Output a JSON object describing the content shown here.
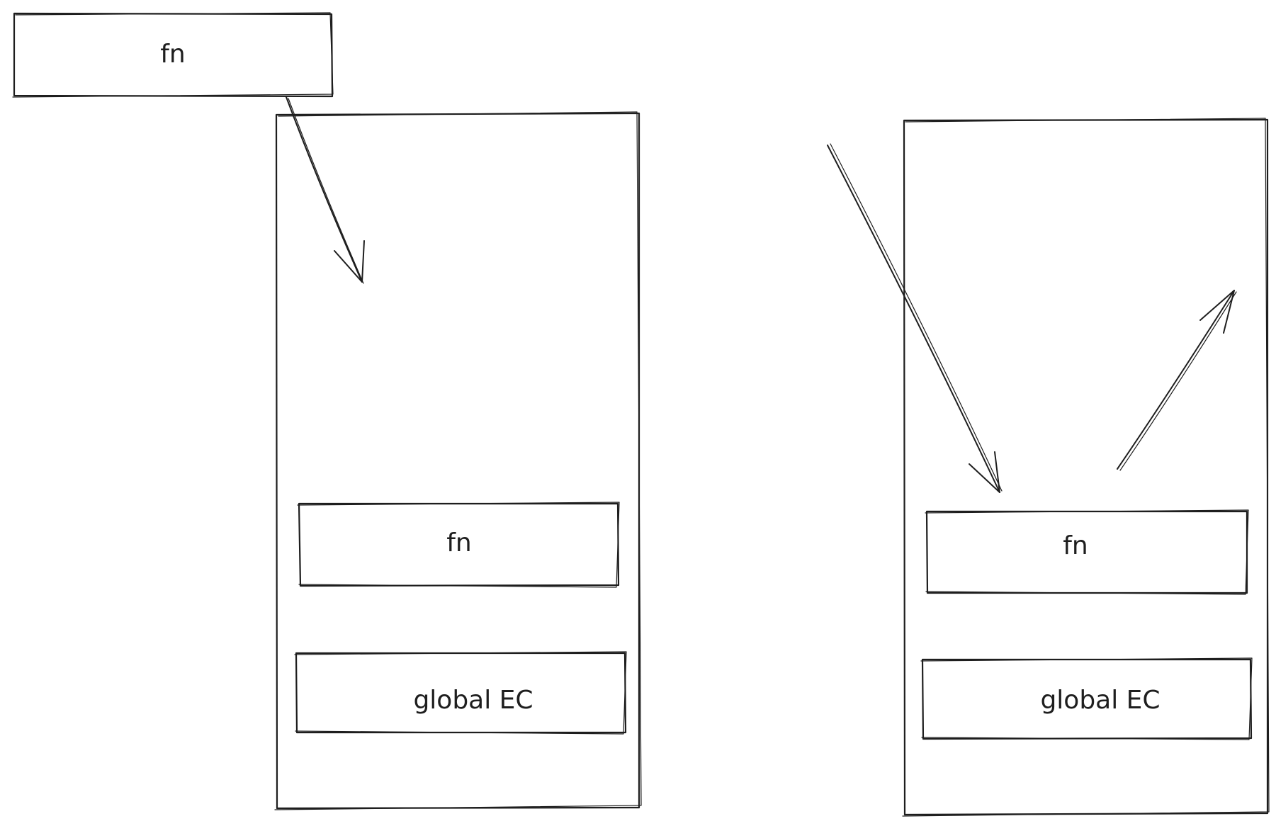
{
  "diagram": {
    "floating_box": {
      "label": "fn"
    },
    "stack_left": {
      "frames": [
        {
          "label": "fn"
        },
        {
          "label": "global EC"
        }
      ]
    },
    "stack_right": {
      "frames": [
        {
          "label": "fn"
        },
        {
          "label": "global EC"
        }
      ]
    }
  },
  "colors": {
    "stroke": "#1e1e1e",
    "background": "#ffffff"
  }
}
